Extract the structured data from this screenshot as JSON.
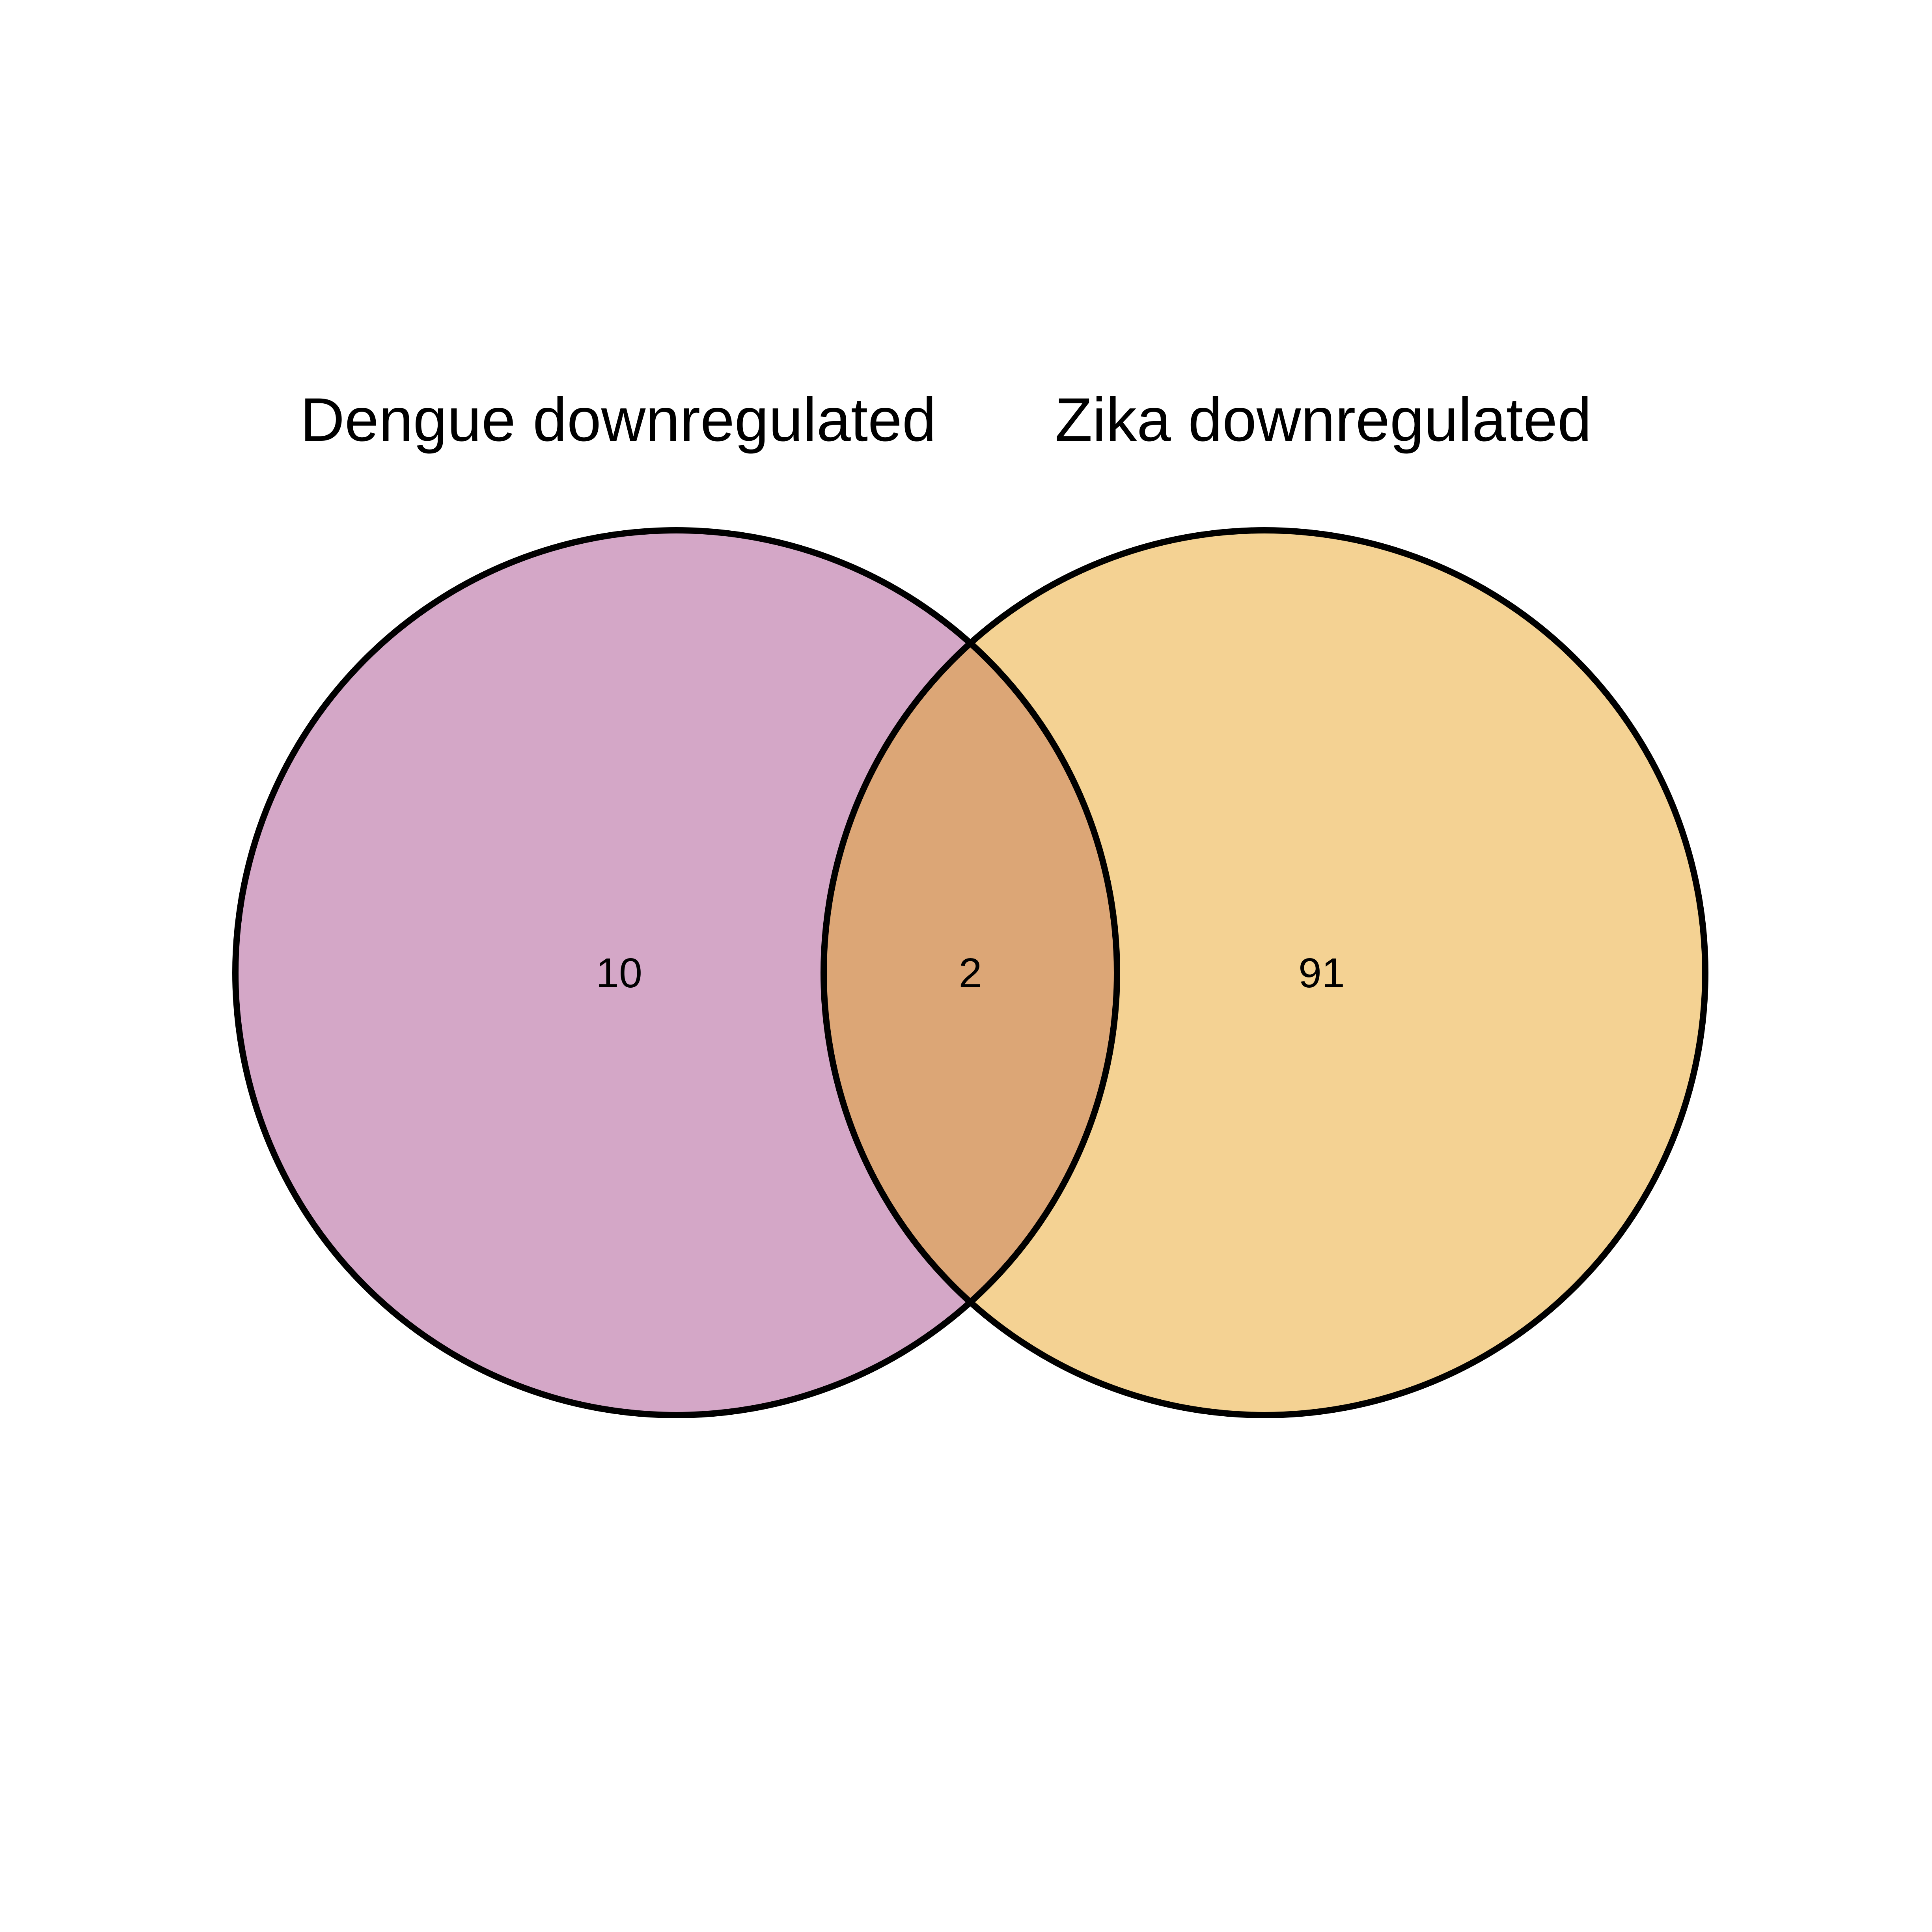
{
  "venn": {
    "sets": [
      {
        "name": "Dengue downregulated",
        "color": "#d4a7c7"
      },
      {
        "name": "Zika downregulated",
        "color": "#f4d293"
      }
    ],
    "overlap_color": "#dca676",
    "counts": {
      "dengue_only": "10",
      "intersection": "2",
      "zika_only": "91"
    },
    "outline_color": "#000000",
    "background": "#ffffff"
  }
}
